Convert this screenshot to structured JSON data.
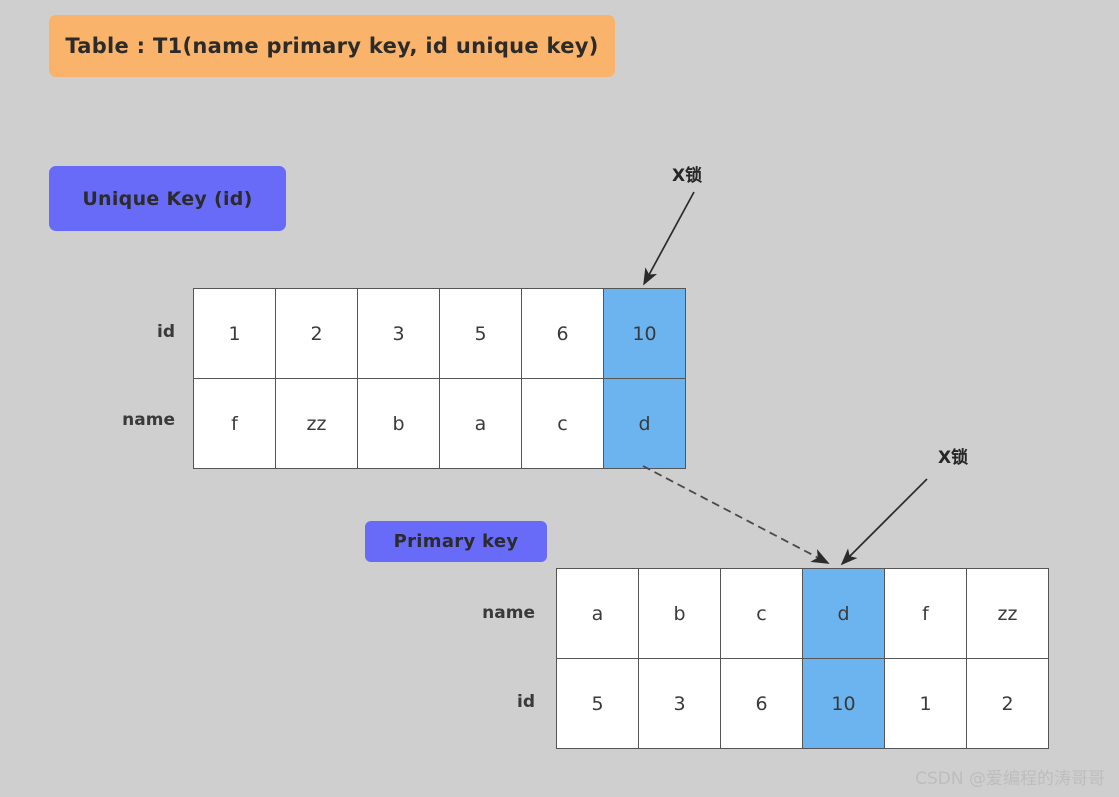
{
  "banners": {
    "title": "Table : T1(name  primary  key, id  unique  key)",
    "unique_key": "Unique  Key  (id)",
    "primary_key": "Primary key"
  },
  "colors": {
    "background": "#cfcfcf",
    "title_banner": "#fab36a",
    "key_banner": "#686bf7",
    "highlight_cell": "#6cb4f0",
    "cell_border": "#555555",
    "cell_background": "#ffffff",
    "text": "#3a3a3a",
    "watermark": "#bdbdbd"
  },
  "unique_index_table": {
    "caption": "Unique  Key  (id)",
    "row_labels": [
      "id",
      "name"
    ],
    "highlight_column_index": 5,
    "rows": [
      {
        "label": "id",
        "values": [
          "1",
          "2",
          "3",
          "5",
          "6",
          "10"
        ]
      },
      {
        "label": "name",
        "values": [
          "f",
          "zz",
          "b",
          "a",
          "c",
          "d"
        ]
      }
    ]
  },
  "primary_index_table": {
    "caption": "Primary key",
    "row_labels": [
      "name",
      "id"
    ],
    "highlight_column_index": 3,
    "rows": [
      {
        "label": "name",
        "values": [
          "a",
          "b",
          "c",
          "d",
          "f",
          "zz"
        ]
      },
      {
        "label": "id",
        "values": [
          "5",
          "3",
          "6",
          "10",
          "1",
          "2"
        ]
      }
    ]
  },
  "annotations": {
    "lock_top": "X锁",
    "lock_bottom": "X锁"
  },
  "watermark": "CSDN @爱编程的涛哥哥"
}
